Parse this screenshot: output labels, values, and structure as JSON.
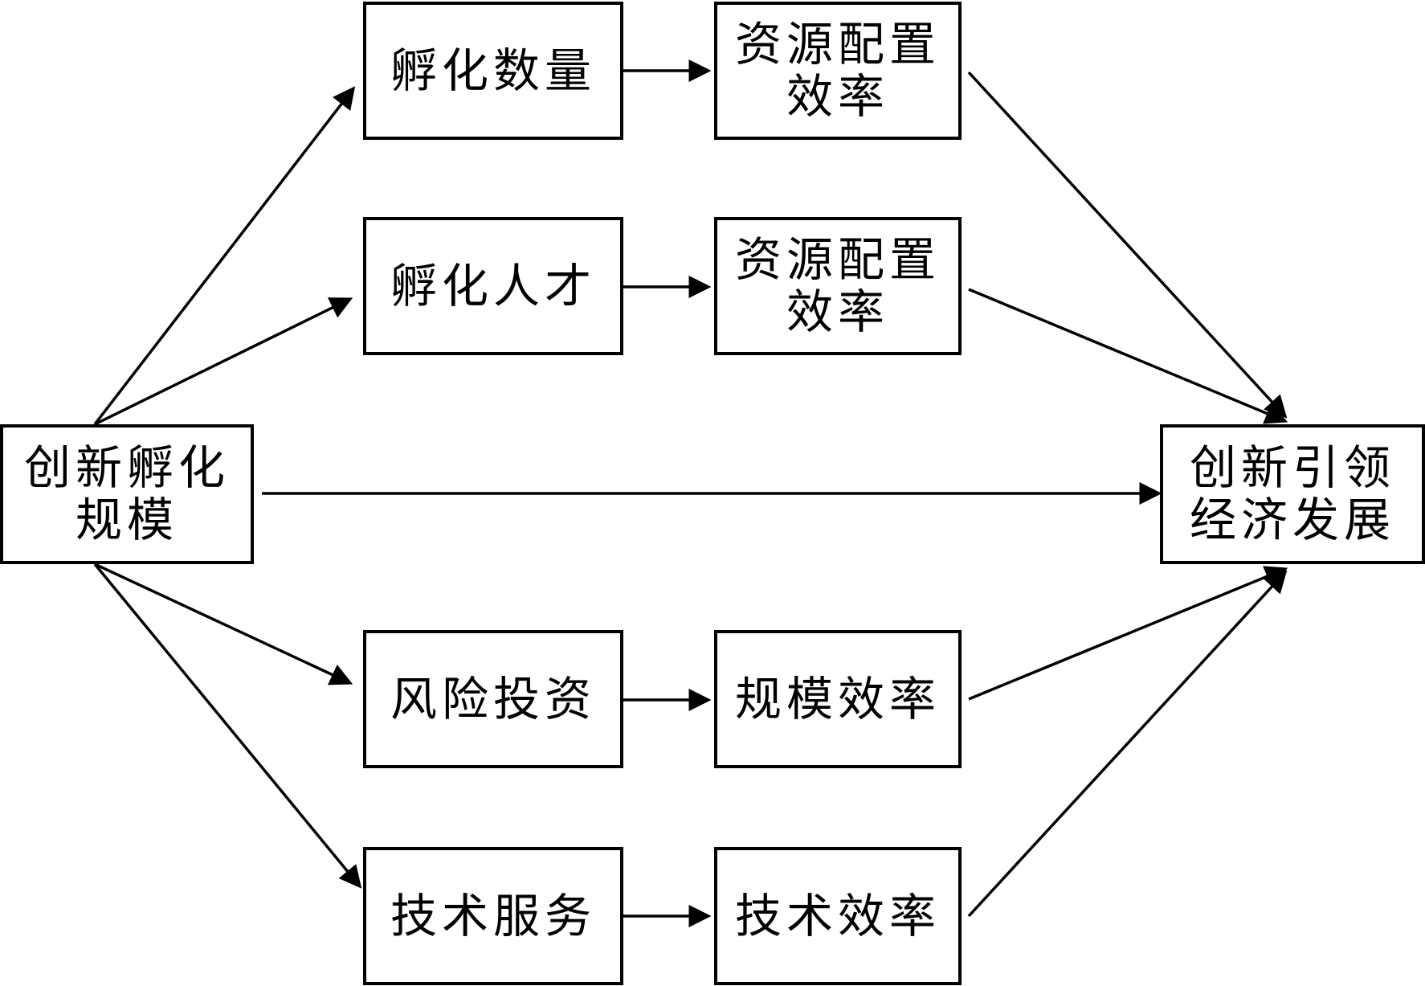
{
  "nodes": {
    "source": "创新孵化\n规模",
    "target": "创新引领\n经济发展",
    "m1": "孵化数量",
    "e1": "资源配置\n效率",
    "m2": "孵化人才",
    "e2": "资源配置\n效率",
    "m3": "风险投资",
    "e3": "规模效率",
    "m4": "技术服务",
    "e4": "技术效率"
  }
}
